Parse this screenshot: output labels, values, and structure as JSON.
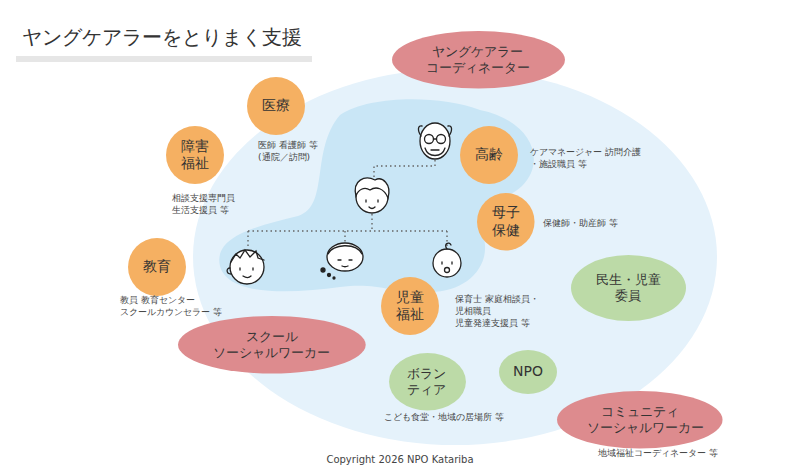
{
  "diagram": {
    "title": "ヤングケアラーをとりまく支援",
    "nodes": [
      {
        "text": [
          "ヤングケアラー コーディネーター"
        ]
      },
      {
        "text": [
          "医療",
          "医師 看護師 等 (通院／訪問)"
        ]
      },
      {
        "text": [
          "高齢",
          "ケアマネージャー 訪問介護 ・施設職員 等"
        ]
      },
      {
        "text": [
          "障害 福祉",
          "相談支援専門員 生活支援員 等"
        ]
      },
      {
        "text": [
          "母子 保健",
          "保健師・助産師 等"
        ]
      },
      {
        "text": [
          "教育",
          "教員 教育センター スクールカウンセラー 等"
        ]
      },
      {
        "text": [
          "民生・児童 委員"
        ]
      },
      {
        "text": [
          "児童 福祉",
          "保育士 家庭相談員・児相職員 児童発達支援員 等"
        ]
      },
      {
        "text": [
          "スクール ソーシャルワーカー"
        ]
      },
      {
        "text": [
          "NPO"
        ]
      },
      {
        "text": [
          "ボラン ティア",
          "こども食堂・地域の居場所 等"
        ]
      },
      {
        "text": [
          "コミュニティ ソーシャルワーカー",
          "地域福祉コーディネーター 等"
        ]
      }
    ],
    "labels": [
      "Copyright 2026 NPO Katariba"
    ]
  }
}
